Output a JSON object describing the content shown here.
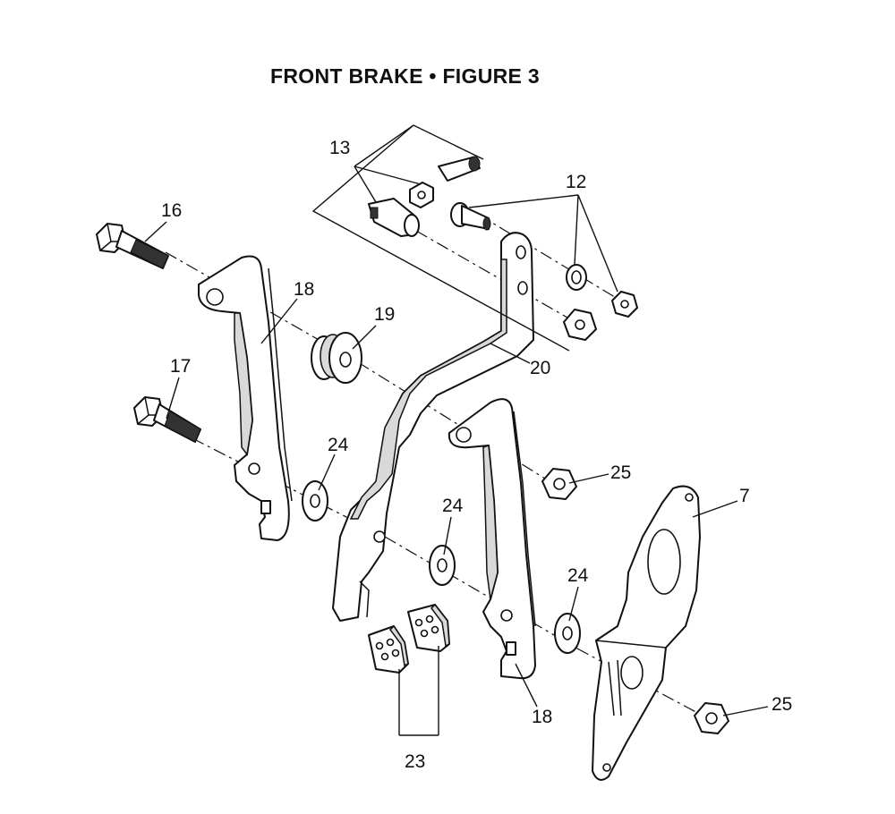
{
  "title": "FRONT BRAKE  •  FIGURE 3",
  "callouts": {
    "c13": "13",
    "c12": "12",
    "c16": "16",
    "c18a": "18",
    "c19": "19",
    "c17": "17",
    "c20": "20",
    "c24a": "24",
    "c25a": "25",
    "c7": "7",
    "c24b": "24",
    "c24c": "24",
    "c18b": "18",
    "c25b": "25",
    "c23": "23"
  }
}
